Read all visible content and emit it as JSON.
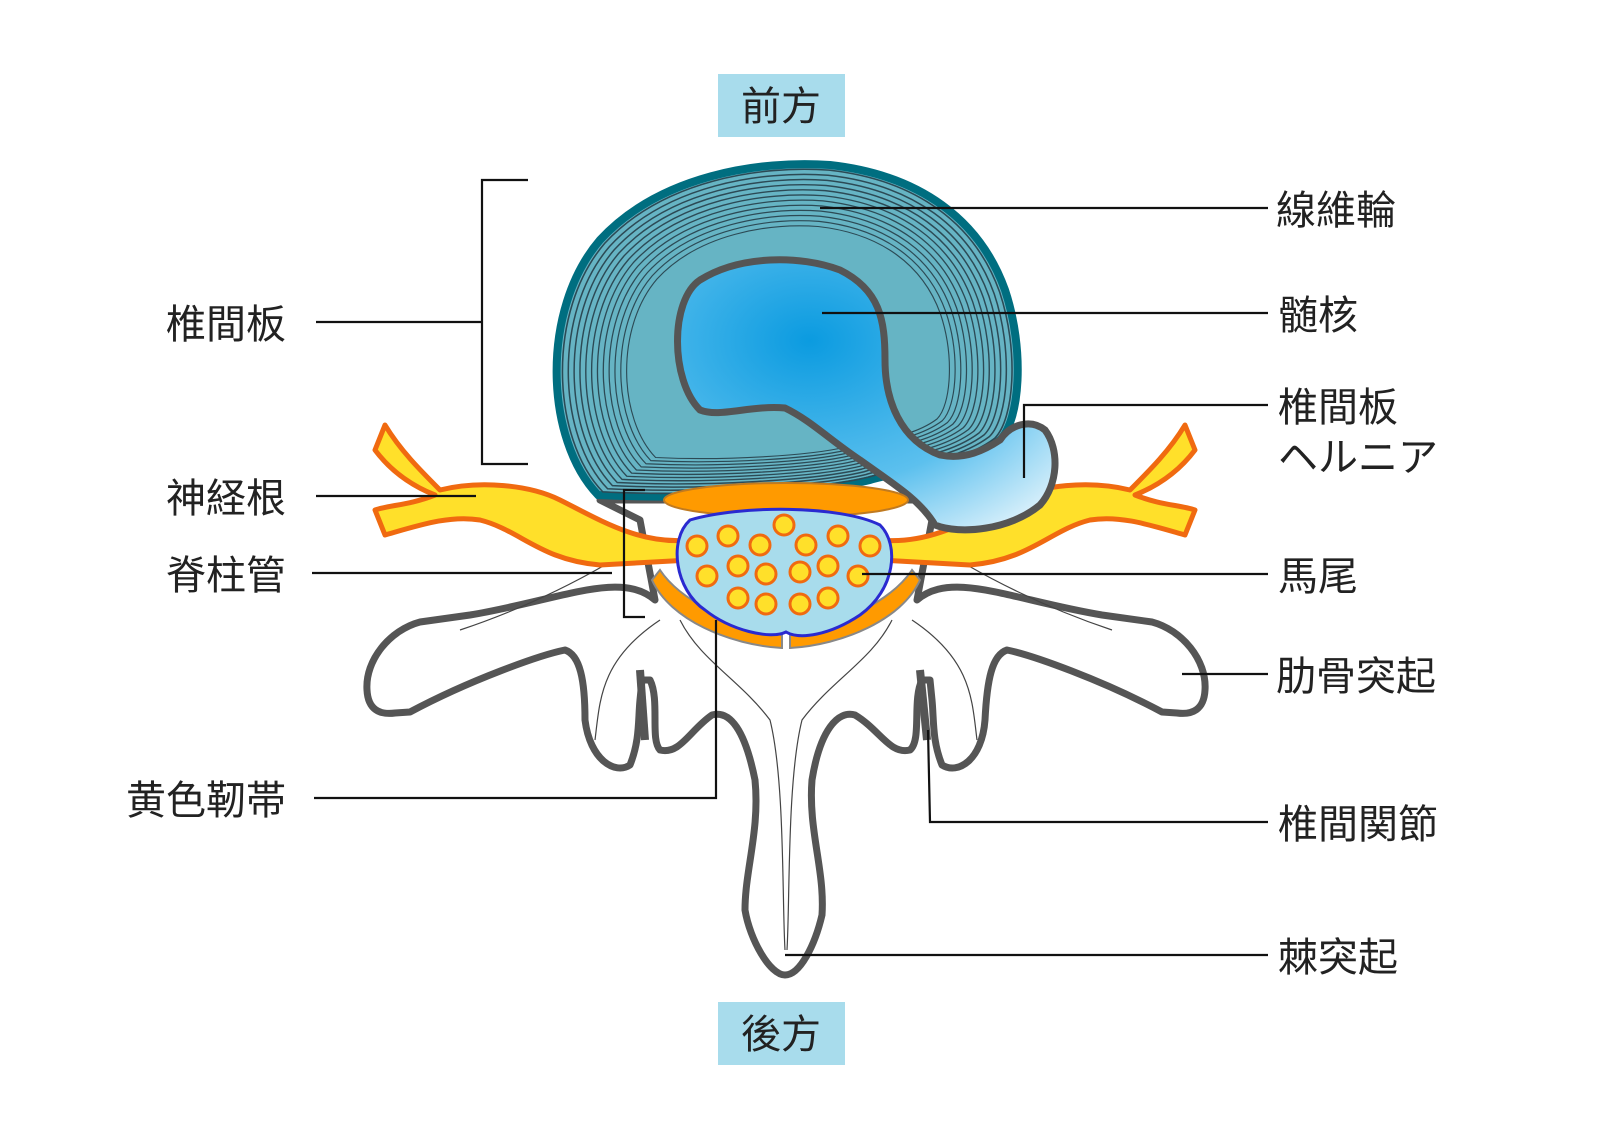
{
  "orientation": {
    "anterior": "前方",
    "posterior": "後方"
  },
  "labels": {
    "annulus_fibrosus": "線維輪",
    "nucleus_pulposus": "髄核",
    "disc_herniation_line1": "椎間板",
    "disc_herniation_line2": "ヘルニア",
    "cauda_equina": "馬尾",
    "transverse_process": "肋骨突起",
    "facet_joint": "椎間関節",
    "spinous_process": "棘突起",
    "intervertebral_disc": "椎間板",
    "nerve_root": "神経根",
    "spinal_canal": "脊柱管",
    "ligamentum_flavum": "黄色靭帯"
  },
  "colors": {
    "disc_outer": "#006e80",
    "disc_fill": "#66b4c4",
    "nucleus": "#1aa0e0",
    "nerve": "#ffe02a",
    "nerve_outline": "#f06a10",
    "ligament": "#ff9a00",
    "canal": "#a8dcec",
    "canal_outline": "#2a2ad0",
    "tag_bg": "#a8dcec"
  }
}
